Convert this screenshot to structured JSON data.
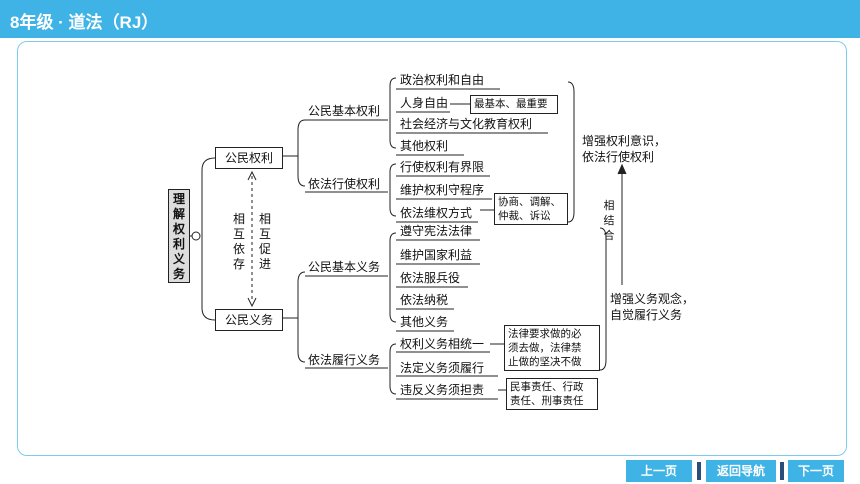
{
  "header": {
    "title": "8年级 · 道法（RJ）"
  },
  "diagram": {
    "root": "理解权利义务",
    "relation_left": "相互依存",
    "relation_right": "相互促进",
    "rights": {
      "label": "公民权利",
      "basic": {
        "label": "公民基本权利",
        "items": [
          "政治权利和自由",
          "人身自由",
          "社会经济与文化教育权利",
          "其他权利"
        ],
        "note": "最基本、最重要"
      },
      "exercise": {
        "label": "依法行使权利",
        "items": [
          "行使权利有界限",
          "维护权利守程序",
          "依法维权方式"
        ],
        "note_line1": "协商、调解、",
        "note_line2": "仲裁、诉讼"
      },
      "summary_line1": "增强权利意识，",
      "summary_line2": "依法行使权利"
    },
    "duties": {
      "label": "公民义务",
      "basic": {
        "label": "公民基本义务",
        "items": [
          "遵守宪法法律",
          "维护国家利益",
          "依法服兵役",
          "依法纳税",
          "其他义务"
        ]
      },
      "perform": {
        "label": "依法履行义务",
        "items": [
          "权利义务相统一",
          "法定义务须履行",
          "违反义务须担责"
        ],
        "note1_line1": "法律要求做的必",
        "note1_line2": "须去做，法律禁",
        "note1_line3": "止做的坚决不做",
        "note2_line1": "民事责任、行政",
        "note2_line2": "责任、刑事责任"
      },
      "summary_line1": "增强义务观念，",
      "summary_line2": "自觉履行义务"
    },
    "combine": "相结合"
  },
  "nav": {
    "prev": "上一页",
    "home": "返回导航",
    "next": "下一页"
  }
}
